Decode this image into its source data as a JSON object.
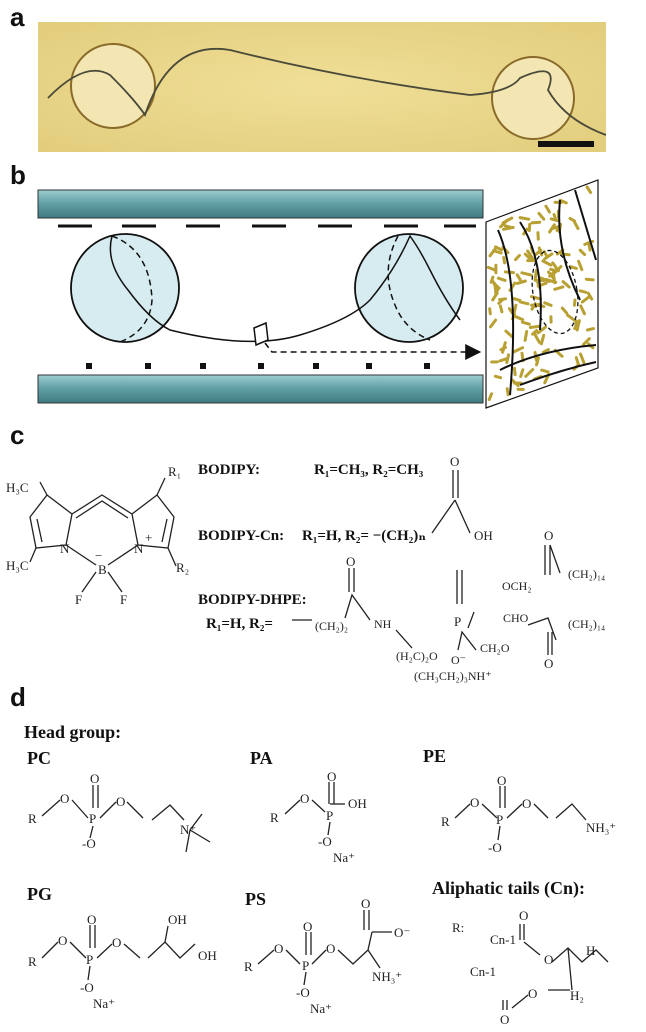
{
  "panels": {
    "a": "a",
    "b": "b",
    "c": "c",
    "d": "d"
  },
  "panel_c": {
    "rows": [
      {
        "name": "BODIPY:",
        "formula": "R₁=CH₃, R₂=CH₃"
      },
      {
        "name": "BODIPY-Cn:",
        "formula": "R₁=H, R₂= −(CH₂)ₙ"
      },
      {
        "name": "BODIPY-DHPE:",
        "formula": "R₁=H, R₂="
      }
    ],
    "core_labels": {
      "h3c_top": "H₃C",
      "h3c_bottom": "H₃C",
      "r1": "R₁",
      "r2": "R₂",
      "n_left": "N",
      "n_right": "N",
      "b": "B",
      "plus": "+",
      "minus": "−",
      "f_left": "F",
      "f_right": "F"
    },
    "cn_chain": {
      "o": "O",
      "oh": "OH"
    },
    "dhpe_chain": {
      "ch2_2": "(CH₂)₂",
      "nh": "NH",
      "h2c2o": "(H₂C)₂O",
      "p": "P",
      "ch2o": "CH₂O",
      "och2": "OCH₂",
      "cho": "CHO",
      "tail_top": "(CH₂)₁₄",
      "tail_bottom": "(CH₂)₁₄",
      "counterion": "(CH₃CH₂)₃NH⁺",
      "o_minus": "O⁻",
      "o": "O"
    }
  },
  "panel_d": {
    "title": "Head group:",
    "groups": [
      {
        "name": "PC",
        "extra": "N⁺"
      },
      {
        "name": "PA",
        "extra": "OH",
        "ion": "Na⁺"
      },
      {
        "name": "PE",
        "extra": "NH₃⁺"
      },
      {
        "name": "PG",
        "extra": "OH",
        "ion": "Na⁺"
      },
      {
        "name": "PS",
        "extra": "O⁻",
        "amine": "NH₃⁺",
        "ion": "Na⁺"
      }
    ],
    "tails_title": "Aliphatic tails (Cn):",
    "tails": {
      "r": "R:",
      "cn1": "Cn-1",
      "cn2": "Cn-1",
      "h": "H",
      "h2": "H₂"
    },
    "atoms": {
      "r": "R",
      "o": "O",
      "p": "P",
      "ominus": "-O"
    }
  },
  "colors": {
    "micrograph_bg": "#e9d68a",
    "plate": "#5f9ea3",
    "vesicle_fill": "#d7ecf0",
    "rod": "#b8a032"
  }
}
